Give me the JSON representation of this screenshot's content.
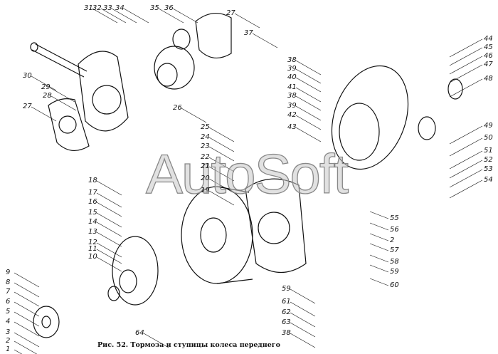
{
  "caption": "Рис. 52. Тормоза и ступицы колеса переднего",
  "watermark": "AutoSoft",
  "labels": [
    "31",
    "32",
    "33",
    "34",
    "35",
    "36",
    "27",
    "37",
    "30",
    "29",
    "28",
    "27",
    "26",
    "38",
    "39",
    "40",
    "41",
    "38",
    "39",
    "42",
    "43",
    "44",
    "45",
    "46",
    "47",
    "48",
    "49",
    "50",
    "51",
    "52",
    "53",
    "54",
    "55",
    "56",
    "2",
    "57",
    "58",
    "59",
    "60",
    "25",
    "24",
    "23",
    "22",
    "21",
    "20",
    "19",
    "18",
    "17",
    "16",
    "15",
    "14",
    "13",
    "12",
    "11",
    "10",
    "9",
    "8",
    "7",
    "6",
    "5",
    "4",
    "3",
    "2",
    "1",
    "64",
    "59",
    "61",
    "62",
    "63",
    "38"
  ]
}
